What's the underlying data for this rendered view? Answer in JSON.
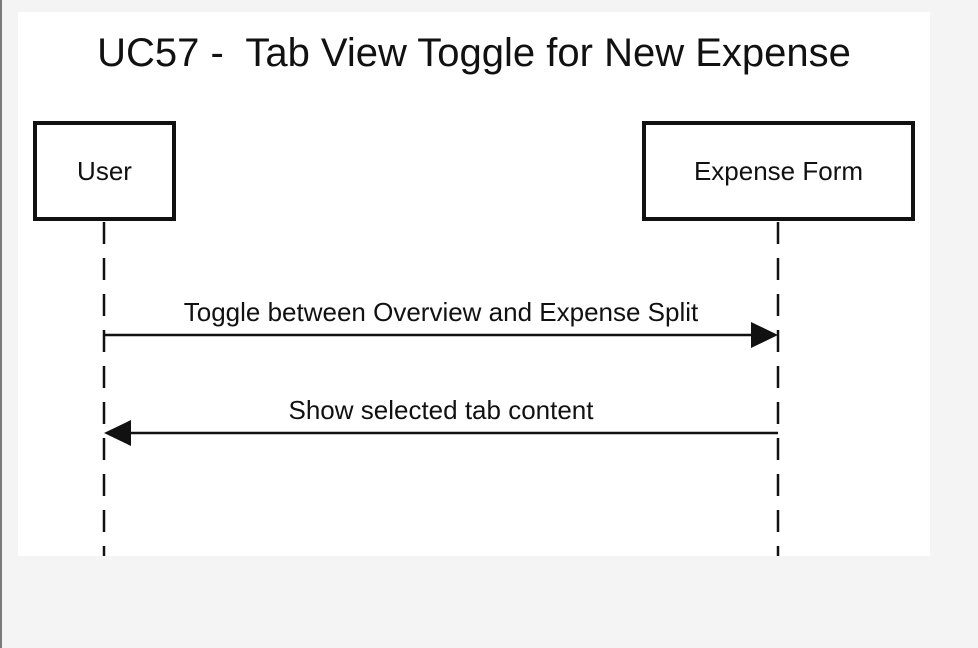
{
  "diagram": {
    "title": "UC57 -  Tab View Toggle for New Expense",
    "participants": [
      {
        "label": "User"
      },
      {
        "label": "Expense Form"
      }
    ],
    "messages": [
      {
        "label": "Toggle between Overview and Expense Split",
        "from": "User",
        "to": "Expense Form"
      },
      {
        "label": "Show selected tab content",
        "from": "Expense Form",
        "to": "User"
      }
    ]
  }
}
